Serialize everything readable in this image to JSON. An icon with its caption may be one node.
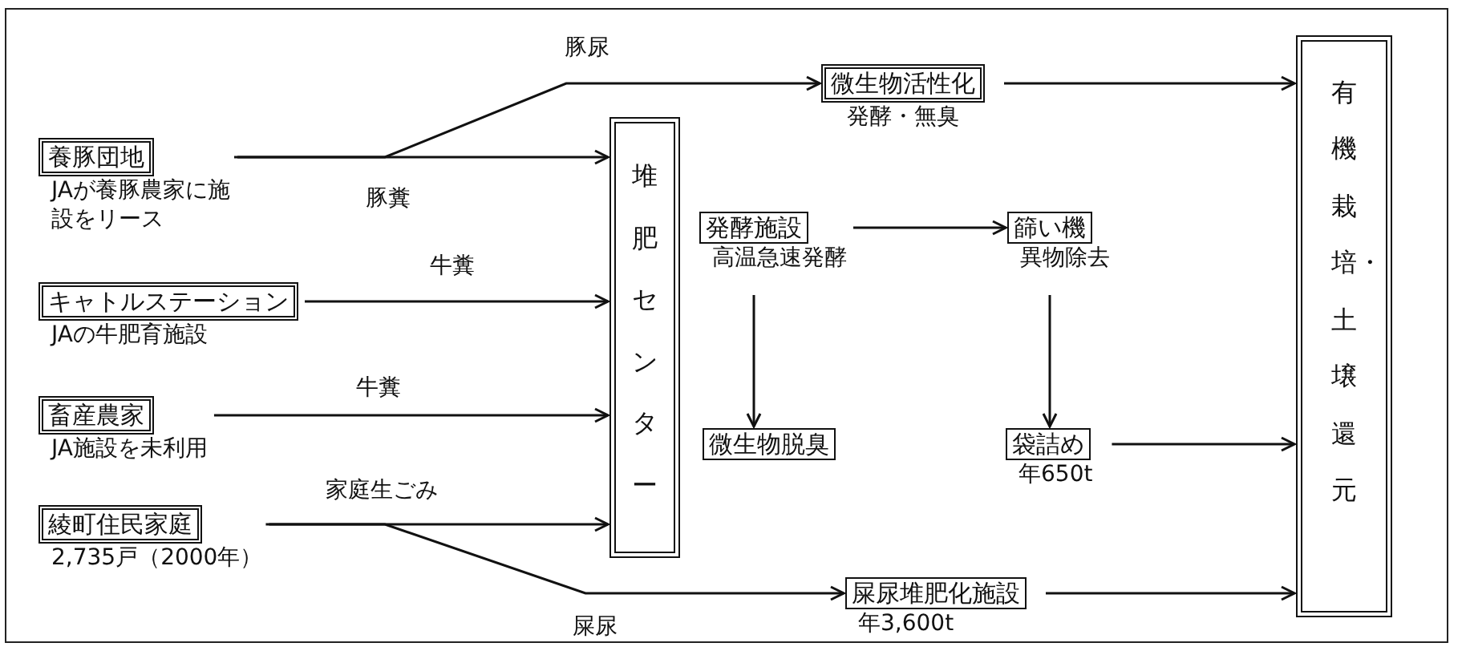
{
  "diagram": {
    "nodes": [
      {
        "text": [
          "養豚団地",
          "JAが養豚農家に施設をリース"
        ]
      },
      {
        "text": [
          "キャトルステーション",
          "JAの牛肥育施設"
        ]
      },
      {
        "text": [
          "畜産農家",
          "JA施設を未利用"
        ]
      },
      {
        "text": [
          "綾町住民家庭",
          "2,735戸（2000年）"
        ]
      },
      {
        "text": [
          "堆肥センター"
        ]
      },
      {
        "text": [
          "微生物活性化",
          "発酵・無臭"
        ]
      },
      {
        "text": [
          "発酵施設",
          "高温急速発酵"
        ]
      },
      {
        "text": [
          "篩い機",
          "異物除去"
        ]
      },
      {
        "text": [
          "微生物脱臭"
        ]
      },
      {
        "text": [
          "袋詰め",
          "年650t"
        ]
      },
      {
        "text": [
          "屎尿堆肥化施設",
          "年3,600t"
        ]
      },
      {
        "text": [
          "有機栽培・土壌還元"
        ]
      }
    ],
    "edges": [
      {
        "from": 0,
        "to": 5,
        "arrow": "to",
        "label": "豚尿"
      },
      {
        "from": 0,
        "to": 4,
        "arrow": "to",
        "label": "豚糞"
      },
      {
        "from": 1,
        "to": 4,
        "arrow": "to",
        "label": "牛糞"
      },
      {
        "from": 2,
        "to": 4,
        "arrow": "to",
        "label": "牛糞"
      },
      {
        "from": 3,
        "to": 4,
        "arrow": "to",
        "label": "家庭生ごみ"
      },
      {
        "from": 3,
        "to": 10,
        "arrow": "to",
        "label": "屎尿"
      },
      {
        "from": 6,
        "to": 7,
        "arrow": "to"
      },
      {
        "from": 6,
        "to": 8,
        "arrow": "to"
      },
      {
        "from": 7,
        "to": 9,
        "arrow": "to"
      },
      {
        "from": 5,
        "to": 11,
        "arrow": "to"
      },
      {
        "from": 9,
        "to": 11,
        "arrow": "to"
      },
      {
        "from": 10,
        "to": 11,
        "arrow": "to"
      }
    ]
  }
}
